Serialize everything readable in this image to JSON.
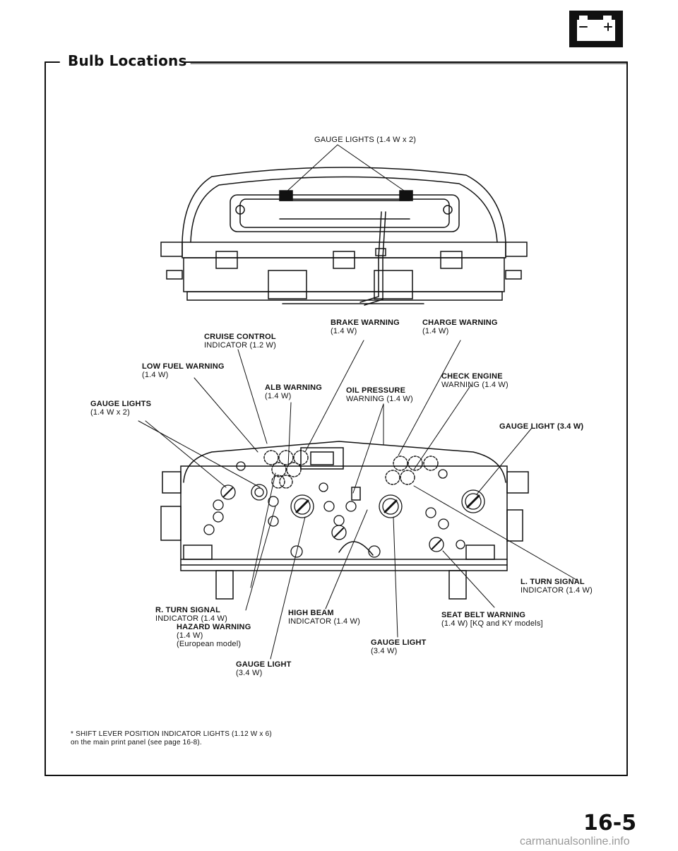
{
  "header": {
    "section_title": "Bulb Locations",
    "battery_icon": "battery-icon",
    "battery_minus": "−",
    "battery_plus": "+"
  },
  "top_view": {
    "gauge_lights": "GAUGE LIGHTS (1.4 W x 2)"
  },
  "callouts": {
    "brake_warning": "BRAKE WARNING",
    "brake_warning_spec": "(1.4 W)",
    "charge_warning": "CHARGE WARNING",
    "charge_warning_spec": "(1.4 W)",
    "cruise_control": "CRUISE CONTROL",
    "cruise_control_spec": "INDICATOR (1.2 W)",
    "low_fuel": "LOW FUEL WARNING",
    "low_fuel_spec": "(1.4 W)",
    "alb_warning": "ALB WARNING",
    "alb_warning_spec": "(1.4 W)",
    "oil_pressure": "OIL PRESSURE",
    "oil_pressure_spec": "WARNING (1.4 W)",
    "check_engine": "CHECK ENGINE",
    "check_engine_spec": "WARNING (1.4 W)",
    "gauge_lights_left": "GAUGE LIGHTS",
    "gauge_lights_left_spec": "(1.4 W x 2)",
    "gauge_light_right": "GAUGE LIGHT (3.4 W)",
    "l_turn_signal": "L. TURN SIGNAL",
    "l_turn_signal_spec": "INDICATOR (1.4 W)",
    "r_turn_signal": "R. TURN SIGNAL",
    "r_turn_signal_spec": "INDICATOR (1.4 W)",
    "hazard_warning": "HAZARD WARNING",
    "hazard_warning_spec": "(1.4 W)",
    "hazard_warning_note": "(European model)",
    "high_beam": "HIGH BEAM",
    "high_beam_spec": "INDICATOR (1.4 W)",
    "seat_belt": "SEAT BELT WARNING",
    "seat_belt_spec": "(1.4 W) [KQ and KY models]",
    "gauge_light_bottom_mid": "GAUGE LIGHT",
    "gauge_light_bottom_mid_spec": "(3.4 W)",
    "gauge_light_bottom_left": "GAUGE LIGHT",
    "gauge_light_bottom_left_spec": "(3.4 W)"
  },
  "footnote": {
    "line1": "* SHIFT LEVER POSITION INDICATOR LIGHTS (1.12 W x 6)",
    "line2": "on the main print panel (see page 16-8)."
  },
  "page_number": "16-5",
  "watermark": "carmanualsonline.info"
}
